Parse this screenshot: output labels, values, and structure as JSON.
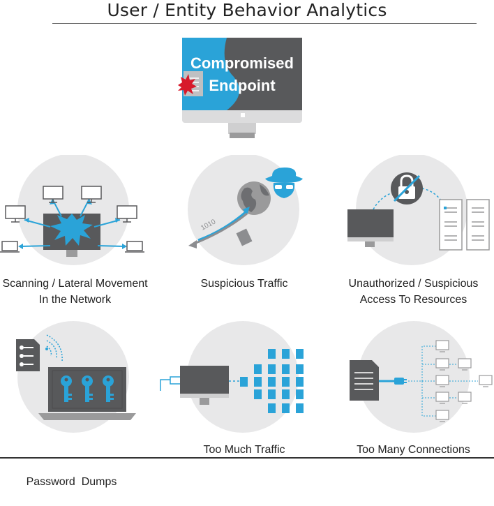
{
  "title": "User / Entity Behavior Analytics",
  "center": {
    "line1": "Compromised",
    "line2": "Endpoint"
  },
  "binary_text": "1010",
  "behaviors": [
    {
      "line1": "Scanning / Lateral Movement",
      "line2": "In the Network",
      "icon": "network-scan-icon"
    },
    {
      "line1": "Suspicious Traffic",
      "line2": "",
      "icon": "hacker-traffic-icon"
    },
    {
      "line1": "Unauthorized / Suspicious",
      "line2": "Access To Resources",
      "icon": "locked-resource-icon"
    },
    {
      "line1": "Password  Dumps",
      "line2": "",
      "icon": "password-keys-icon"
    },
    {
      "line1": "Too Much Traffic",
      "line2": "",
      "icon": "document-flood-icon"
    },
    {
      "line1": "Too Many Connections",
      "line2": "",
      "icon": "connections-icon"
    }
  ],
  "colors": {
    "accent": "#2aa3d8",
    "dark": "#58595b",
    "circle": "#e8e8e9",
    "alert": "#d7192a"
  }
}
